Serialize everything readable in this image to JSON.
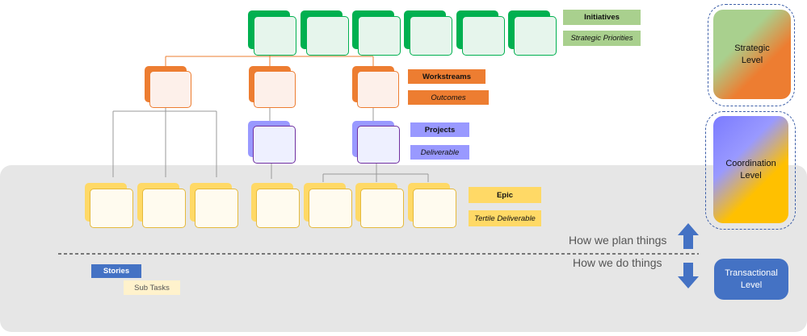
{
  "labels": {
    "initiatives": "Initiatives",
    "strategic_priorities": "Strategic Priorities",
    "workstreams": "Workstreams",
    "outcomes": "Outcomes",
    "projects": "Projects",
    "deliverable": "Deliverable",
    "epic": "Epic",
    "tertile_deliverable": "Tertile Deliverable",
    "stories": "Stories",
    "sub_tasks": "Sub Tasks"
  },
  "levels": {
    "strategic": {
      "line1": "Strategic",
      "line2": "Level"
    },
    "coordination": {
      "line1": "Coordination",
      "line2": "Level"
    },
    "transactional": {
      "line1": "Transactional",
      "line2": "Level"
    }
  },
  "captions": {
    "plan": "How we plan things",
    "do": "How we do things"
  },
  "colors": {
    "green": "#00b050",
    "green_light": "#e6f5ec",
    "green_label": "#a9d08e",
    "orange": "#ed7d31",
    "orange_light": "#fdf0ea",
    "purple": "#9999ff",
    "purple_light": "#eef0ff",
    "purple_border": "#7030a0",
    "yellow": "#ffd966",
    "yellow_light": "#fffbef",
    "blue": "#4472c4",
    "sub_task": "#fff2cc",
    "band": "#e6e6e6"
  }
}
